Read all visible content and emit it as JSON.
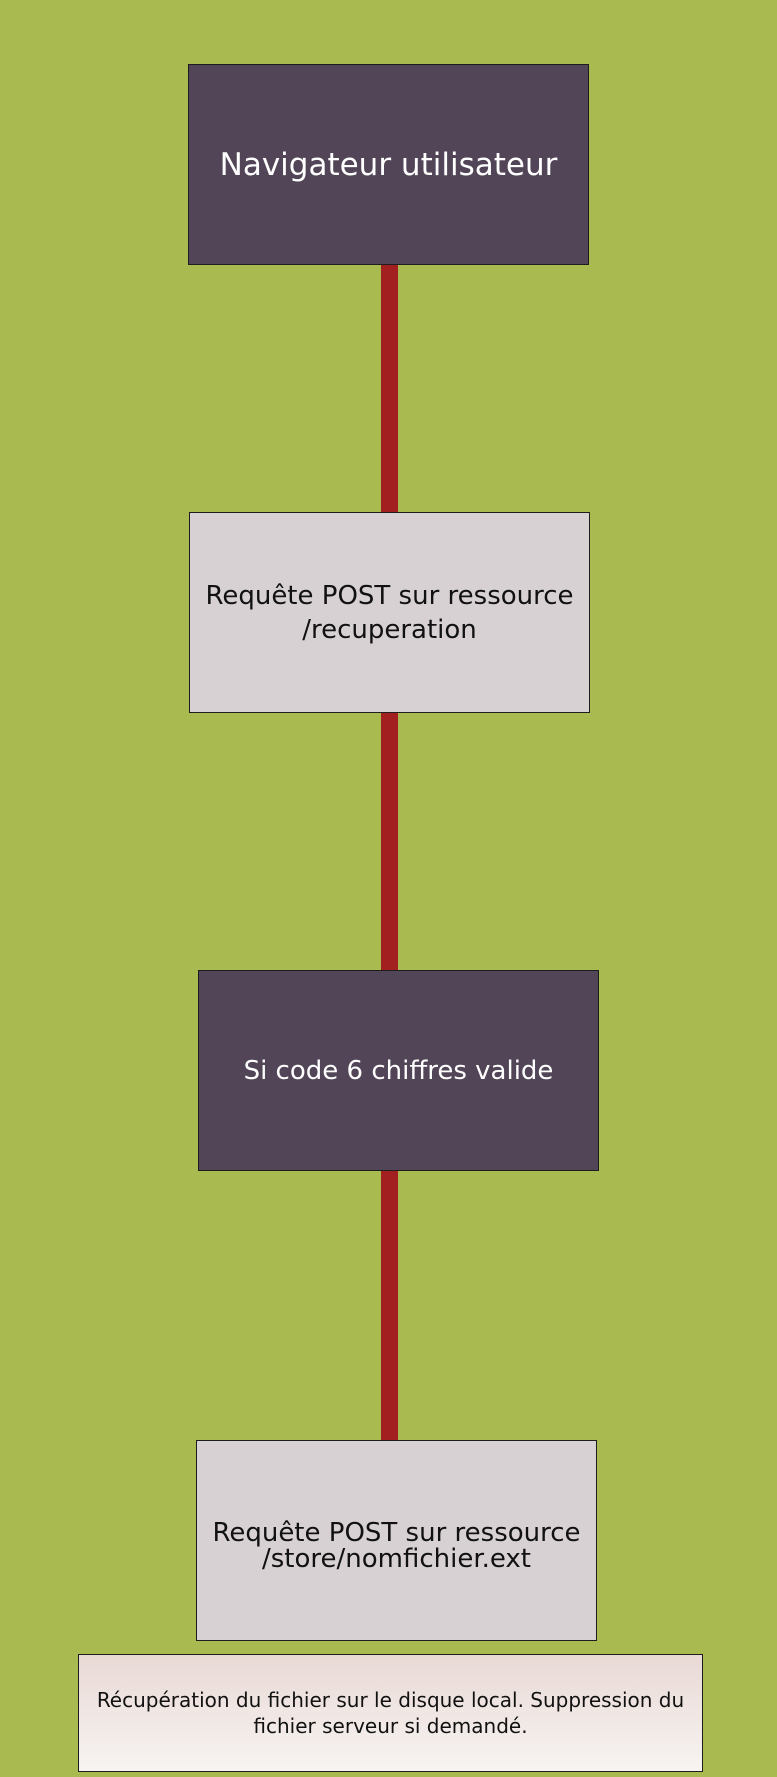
{
  "diagram": {
    "nodes": [
      {
        "id": "navigateur",
        "label": "Navigateur utilisateur"
      },
      {
        "id": "requete-recuperation",
        "label": "Requête POST sur ressource\n/recuperation"
      },
      {
        "id": "code-valide",
        "label": "Si code 6 chiffres valide"
      },
      {
        "id": "requete-store",
        "label": "Requête POST sur ressource\n/store/nomfichier.ext"
      },
      {
        "id": "recuperation-fichier",
        "label": "Récupération du fichier sur le disque local. Suppression du\nfichier serveur si demandé."
      }
    ],
    "edges": [
      {
        "from": "navigateur",
        "to": "requete-recuperation"
      },
      {
        "from": "requete-recuperation",
        "to": "code-valide"
      },
      {
        "from": "code-valide",
        "to": "requete-store"
      }
    ],
    "colors": {
      "background": "#a9ba51",
      "dark_box": "#514557",
      "light_box": "#d8d1d3",
      "note_box": "#f2e8e5",
      "connector": "#a32020"
    }
  }
}
